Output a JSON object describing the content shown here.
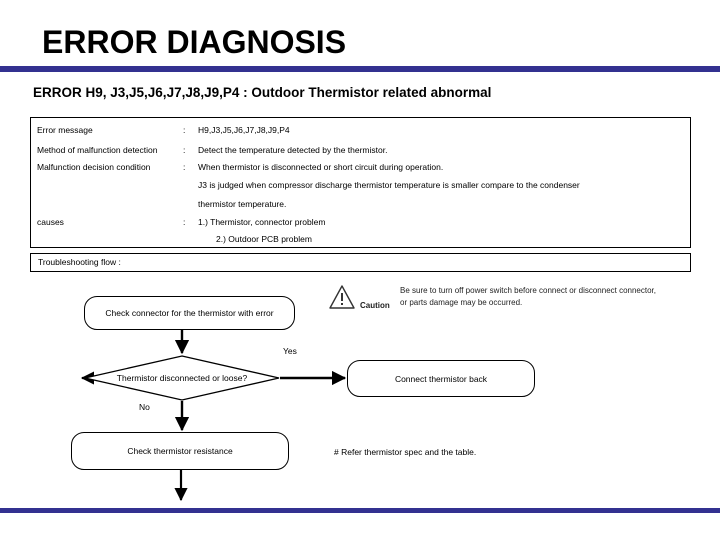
{
  "slide": {
    "title": "ERROR DIAGNOSIS",
    "subtitle": "ERROR H9, J3,J5,J6,J7,J8,J9,P4 :  Outdoor Thermistor related abnormal",
    "accent_color": "#333190"
  },
  "info_table": {
    "rows": [
      {
        "label": "Error message",
        "separator": ":",
        "value": "H9,J3,J5,J6,J7,J8,J9,P4"
      },
      {
        "label": "Method of malfunction detection",
        "separator": ":",
        "value": "Detect  the  temperature detected by the thermistor."
      },
      {
        "label": "Malfunction decision  condition",
        "separator": ":",
        "value": "When thermistor is  disconnected or short circuit during operation."
      }
    ],
    "continuation_lines": [
      "J3 is judged when compressor discharge thermistor temperature is smaller compare to the condenser",
      "thermistor temperature."
    ],
    "causes": {
      "label": "causes",
      "separator": ":",
      "items": [
        "1.) Thermistor, connector problem",
        "2.) Outdoor PCB problem"
      ]
    }
  },
  "flow": {
    "header": "Troubleshooting flow :",
    "nodes": {
      "check_connector": "Check  connector for the thermistor with error",
      "decision": "Thermistor disconnected or loose?",
      "connect_back": "Connect thermistor back",
      "check_resistance": "Check  thermistor resistance"
    },
    "branch_yes": "Yes",
    "branch_no": "No",
    "note": "# Refer thermistor spec and the table."
  },
  "caution": {
    "word": "Caution",
    "line1": "Be sure to turn off power switch before connect or disconnect connector,",
    "line2": "or parts damage may be occurred."
  }
}
